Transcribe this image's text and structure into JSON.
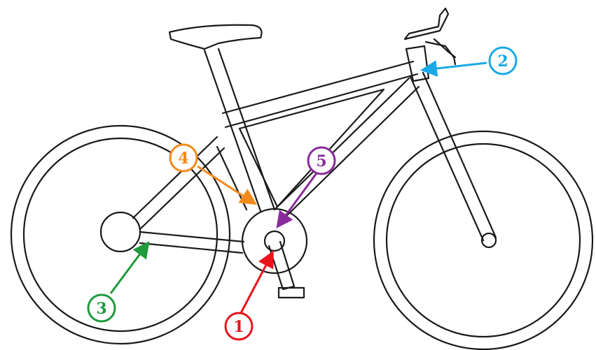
{
  "callouts": [
    {
      "label": "1",
      "color": "#e8141c",
      "part": "pedal-crank"
    },
    {
      "label": "2",
      "color": "#19a9e6",
      "part": "head-tube"
    },
    {
      "label": "3",
      "color": "#1f9a3c",
      "part": "chainstay"
    },
    {
      "label": "4",
      "color": "#f28a1b",
      "part": "seat-tube"
    },
    {
      "label": "5",
      "color": "#8a2b9c",
      "part": "bottom-bracket"
    }
  ]
}
